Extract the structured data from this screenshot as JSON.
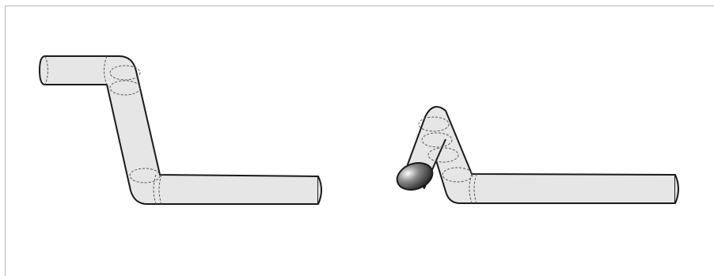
{
  "figure": {
    "pipes": [
      {
        "id": "left",
        "bends": 2,
        "open_end_shaded": false
      },
      {
        "id": "right",
        "bends": 2,
        "open_end_shaded": true
      }
    ],
    "colors": {
      "pipe_fill": "#e6e6e6",
      "outline": "#1a1a1a",
      "hidden_line": "#555555",
      "frame": "#b5b5b5"
    }
  }
}
